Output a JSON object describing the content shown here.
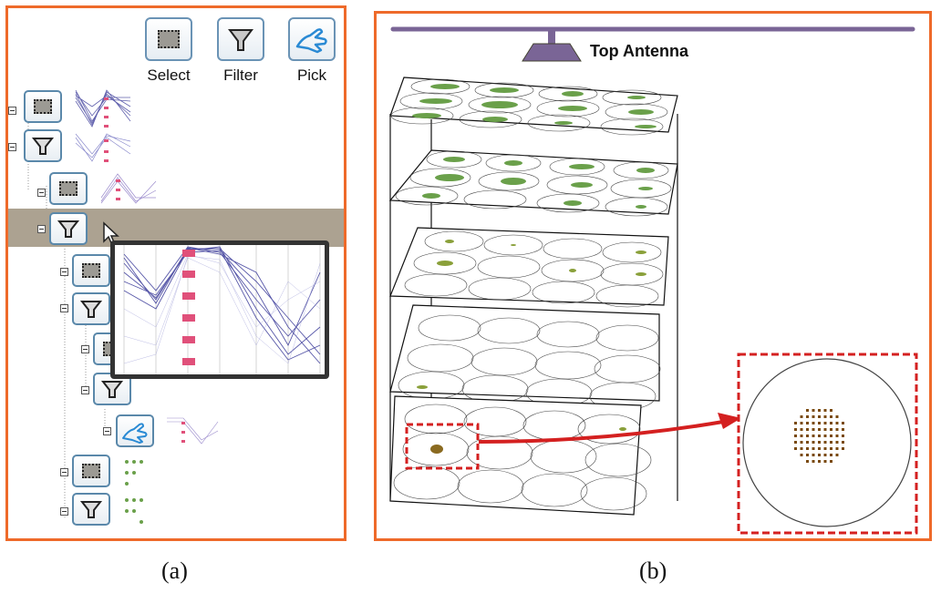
{
  "toolbar": {
    "select_label": "Select",
    "filter_label": "Filter",
    "pick_label": "Pick"
  },
  "tree": {
    "nodes": [
      {
        "type": "select"
      },
      {
        "type": "filter"
      },
      {
        "type": "select"
      },
      {
        "type": "filter",
        "selected": true
      },
      {
        "type": "select"
      },
      {
        "type": "filter"
      },
      {
        "type": "select"
      },
      {
        "type": "filter"
      },
      {
        "type": "pick"
      },
      {
        "type": "select"
      },
      {
        "type": "filter"
      }
    ],
    "highlight_color": "#aca291"
  },
  "scene": {
    "antenna_label": "Top Antenna",
    "antenna_color": "#7a6596",
    "shelves": 5,
    "plates_per_shelf": 12,
    "zoom_box_color": "#d42020"
  },
  "captions": {
    "a": "(a)",
    "b": "(b)"
  },
  "colors": {
    "panel_border": "#ee6a2a",
    "button_border": "#5a88aa",
    "pick_icon": "#2a8ad4",
    "parallel_lines": "#3a3a99",
    "marker": "#e0507a"
  }
}
